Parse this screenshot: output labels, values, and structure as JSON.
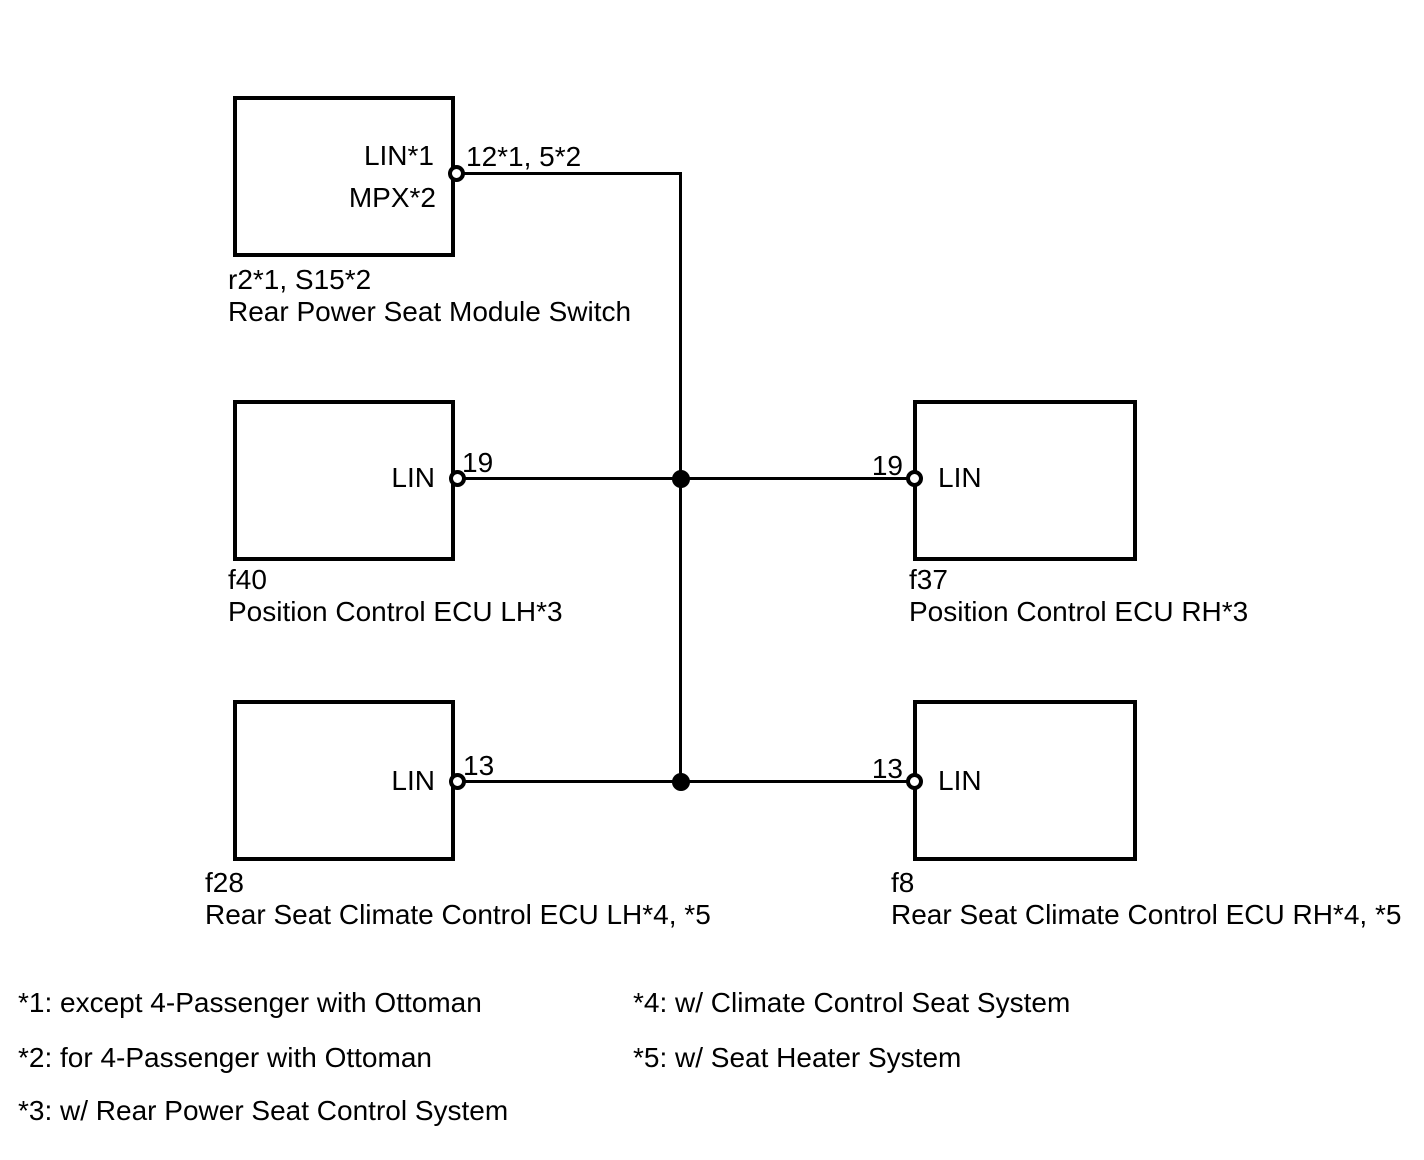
{
  "colors": {
    "ink": "#000000",
    "background": "#ffffff"
  },
  "bus_type": "LIN",
  "nodes": {
    "switch": {
      "port_line1": "LIN*1",
      "port_line2": "MPX*2",
      "pin": "12*1, 5*2",
      "connector_code": "r2*1, S15*2",
      "name": "Rear Power Seat Module Switch"
    },
    "position_lh": {
      "port": "LIN",
      "pin": "19",
      "connector_code": "f40",
      "name": "Position Control ECU LH*3"
    },
    "position_rh": {
      "port": "LIN",
      "pin": "19",
      "connector_code": "f37",
      "name": "Position Control ECU RH*3"
    },
    "climate_lh": {
      "port": "LIN",
      "pin": "13",
      "connector_code": "f28",
      "name": "Rear Seat Climate Control ECU LH*4, *5"
    },
    "climate_rh": {
      "port": "LIN",
      "pin": "13",
      "connector_code": "f8",
      "name": "Rear Seat Climate Control ECU RH*4, *5"
    }
  },
  "footnotes": [
    "*1: except 4-Passenger with Ottoman",
    "*2: for 4-Passenger with Ottoman",
    "*3: w/ Rear Power Seat Control System",
    "*4: w/ Climate Control Seat System",
    "*5: w/ Seat Heater System"
  ]
}
